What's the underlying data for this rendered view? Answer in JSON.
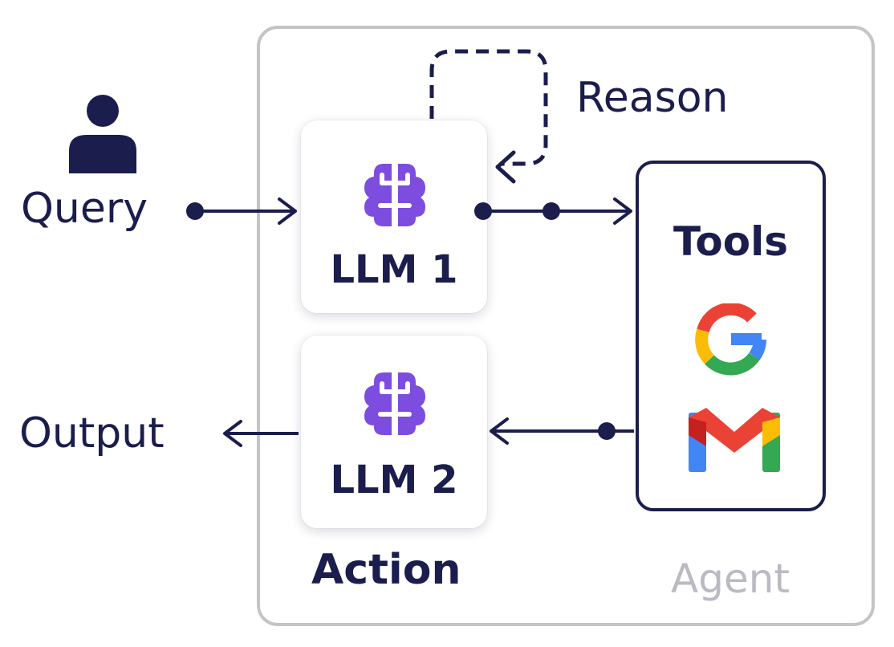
{
  "labels": {
    "query": "Query",
    "output": "Output",
    "reason": "Reason",
    "action": "Action",
    "tools": "Tools",
    "agent": "Agent",
    "llm1": "LLM 1",
    "llm2": "LLM 2"
  },
  "icons": {
    "user": "user-icon",
    "brain": "brain-icon",
    "google": "google-icon",
    "gmail": "gmail-icon"
  },
  "colors": {
    "navy": "#1b1d4d",
    "brain_purple": "#7c4ddf",
    "agent_border": "#c4c4c8",
    "agent_label": "#b9bac2"
  }
}
